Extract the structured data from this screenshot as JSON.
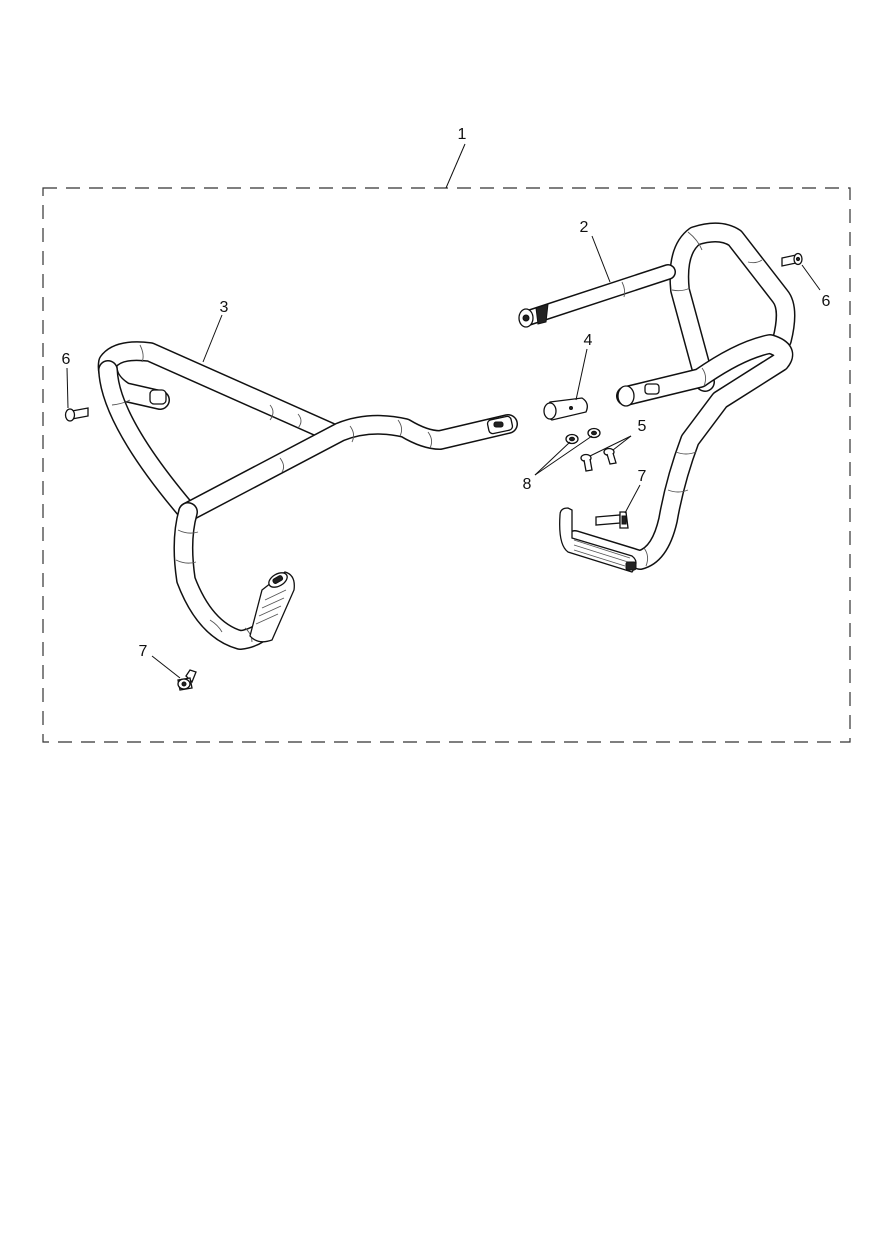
{
  "diagram": {
    "callouts": [
      {
        "id": "c1",
        "label": "1"
      },
      {
        "id": "c2",
        "label": "2"
      },
      {
        "id": "c3",
        "label": "3"
      },
      {
        "id": "c4",
        "label": "4"
      },
      {
        "id": "c5",
        "label": "5"
      },
      {
        "id": "c6a",
        "label": "6"
      },
      {
        "id": "c6b",
        "label": "6"
      },
      {
        "id": "c7a",
        "label": "7"
      },
      {
        "id": "c7b",
        "label": "7"
      },
      {
        "id": "c8",
        "label": "8"
      }
    ],
    "colors": {
      "line": "#111111",
      "background": "#ffffff",
      "frame": "#333333"
    }
  }
}
